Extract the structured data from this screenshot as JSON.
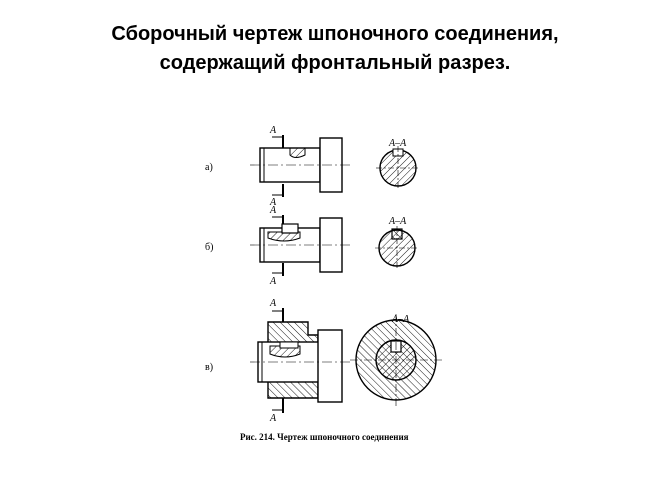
{
  "title": {
    "line1": "Сборочный чертеж шпоночного соединения,",
    "line2": "содержащий фронтальный разрез."
  },
  "figure": {
    "rows": [
      {
        "letter": "а)",
        "cut_mark": "А",
        "section_label": "А–А"
      },
      {
        "letter": "б)",
        "cut_mark": "А",
        "section_label": "А–А"
      },
      {
        "letter": "в)",
        "cut_mark": "А",
        "section_label": "А–А"
      }
    ],
    "caption": "Рис. 214. Чертеж шпоночного соединения"
  }
}
